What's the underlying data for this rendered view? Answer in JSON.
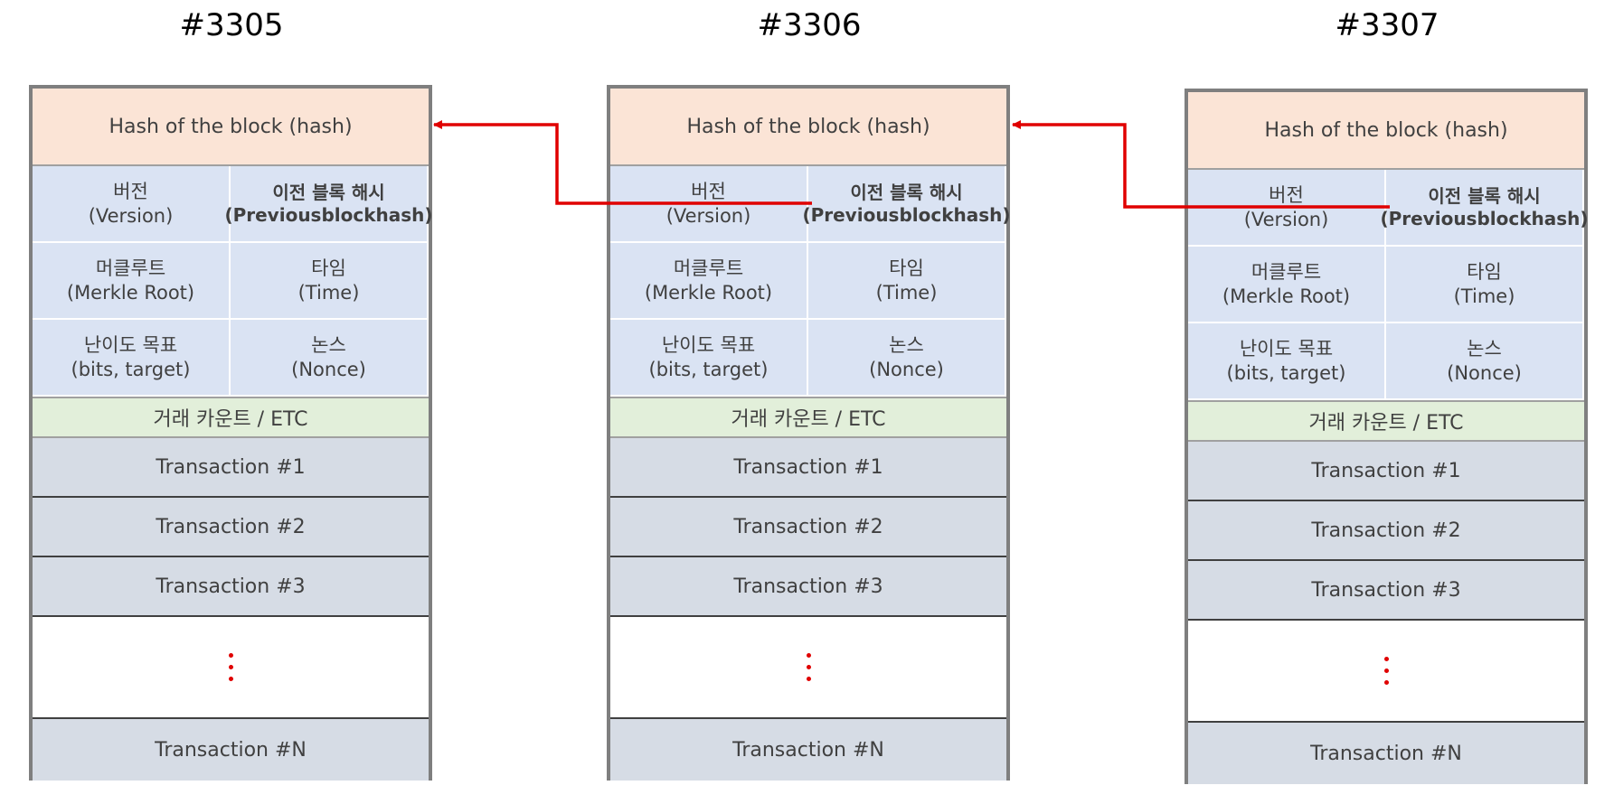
{
  "blocks": [
    {
      "number": "#3305",
      "hash": "Hash of the block (hash)",
      "fields": [
        {
          "line1": "버전",
          "line2": "(Version)",
          "bold": false
        },
        {
          "line1": "이전 블록 해시",
          "line2": "(Previousblockhash)",
          "bold": true
        },
        {
          "line1": "머클루트",
          "line2": "(Merkle Root)",
          "bold": false
        },
        {
          "line1": "타임",
          "line2": "(Time)",
          "bold": false
        },
        {
          "line1": "난이도 목표",
          "line2": "(bits, target)",
          "bold": false
        },
        {
          "line1": "논스",
          "line2": "(Nonce)",
          "bold": false
        }
      ],
      "tx_count": "거래 카운트 / ETC",
      "transactions": [
        "Transaction #1",
        "Transaction #2",
        "Transaction #3"
      ],
      "last_transaction": "Transaction #N"
    },
    {
      "number": "#3306",
      "hash": "Hash of the block (hash)",
      "fields": [
        {
          "line1": "버전",
          "line2": "(Version)",
          "bold": false
        },
        {
          "line1": "이전 블록 해시",
          "line2": "(Previousblockhash)",
          "bold": true
        },
        {
          "line1": "머클루트",
          "line2": "(Merkle Root)",
          "bold": false
        },
        {
          "line1": "타임",
          "line2": "(Time)",
          "bold": false
        },
        {
          "line1": "난이도 목표",
          "line2": "(bits, target)",
          "bold": false
        },
        {
          "line1": "논스",
          "line2": "(Nonce)",
          "bold": false
        }
      ],
      "tx_count": "거래 카운트 / ETC",
      "transactions": [
        "Transaction #1",
        "Transaction #2",
        "Transaction #3"
      ],
      "last_transaction": "Transaction #N"
    },
    {
      "number": "#3307",
      "hash": "Hash of the block (hash)",
      "fields": [
        {
          "line1": "버전",
          "line2": "(Version)",
          "bold": false
        },
        {
          "line1": "이전 블록 해시",
          "line2": "(Previousblockhash)",
          "bold": true
        },
        {
          "line1": "머클루트",
          "line2": "(Merkle Root)",
          "bold": false
        },
        {
          "line1": "타임",
          "line2": "(Time)",
          "bold": false
        },
        {
          "line1": "난이도 목표",
          "line2": "(bits, target)",
          "bold": false
        },
        {
          "line1": "논스",
          "line2": "(Nonce)",
          "bold": false
        }
      ],
      "tx_count": "거래 카운트 / ETC",
      "transactions": [
        "Transaction #1",
        "Transaction #2",
        "Transaction #3"
      ],
      "last_transaction": "Transaction #N"
    }
  ],
  "colors": {
    "hash_bg": "#fbe4d6",
    "field_bg": "#dae3f3",
    "tx_count_bg": "#e2efda",
    "tx_bg": "#d6dce5",
    "border": "#7f7f7f",
    "arrow": "#e00000"
  }
}
